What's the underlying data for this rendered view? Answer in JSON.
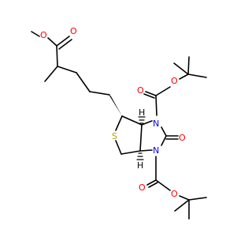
{
  "colors": {
    "background": "#ffffff",
    "bond": "#000000",
    "oxygen": "#ff0000",
    "nitrogen": "#0000ff",
    "sulfur": "#b2a100",
    "hydrogen": "#000000"
  },
  "atoms": {
    "O_ester_carbonyl": "O",
    "O_ester_single": "O",
    "S_ring": "S",
    "N_top": "N",
    "N_bottom": "N",
    "O_urea": "O",
    "O_boc_top_single": "O",
    "O_boc_top_carbonyl": "O",
    "O_boc_bottom_single": "O",
    "O_boc_bottom_carbonyl": "O",
    "H_top": "H",
    "H_bottom": "H"
  }
}
